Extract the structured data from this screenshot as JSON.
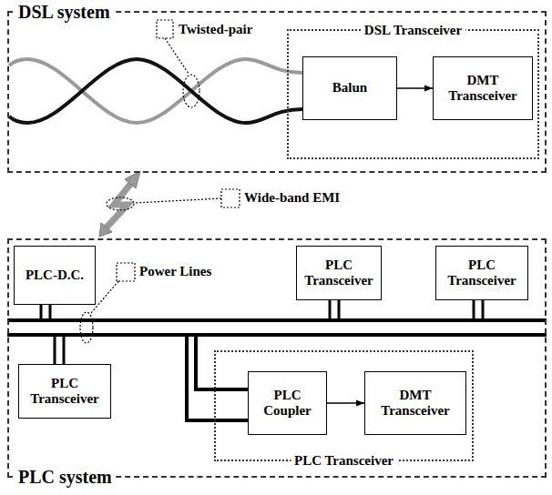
{
  "diagram": {
    "nodes": [
      {
        "text": [
          "DSL system"
        ]
      },
      {
        "text": [
          "DSL Transceiver"
        ],
        "in": 0
      },
      {
        "text": [
          "Balun"
        ],
        "in": 1
      },
      {
        "text": [
          "DMT Transceiver"
        ],
        "in": 1
      },
      {
        "text": [
          "PLC system"
        ]
      },
      {
        "text": [
          "PLC-D.C."
        ],
        "in": 4
      },
      {
        "text": [
          "PLC Transceiver"
        ],
        "in": 4
      },
      {
        "text": [
          "PLC Transceiver"
        ],
        "in": 4
      },
      {
        "text": [
          "PLC Transceiver"
        ],
        "in": 4
      },
      {
        "text": [
          "PLC Transceiver"
        ],
        "in": 4
      },
      {
        "text": [
          "PLC Coupler"
        ],
        "in": 9
      },
      {
        "text": [
          "DMT Transceiver"
        ],
        "in": 9
      }
    ],
    "edges": [
      {
        "from": 2,
        "to": 3,
        "arrow": "to"
      },
      {
        "from": 10,
        "to": 11,
        "arrow": "to"
      }
    ],
    "labels": [
      "Twisted-pair",
      "Wide-band EMI",
      "Power Lines"
    ]
  }
}
